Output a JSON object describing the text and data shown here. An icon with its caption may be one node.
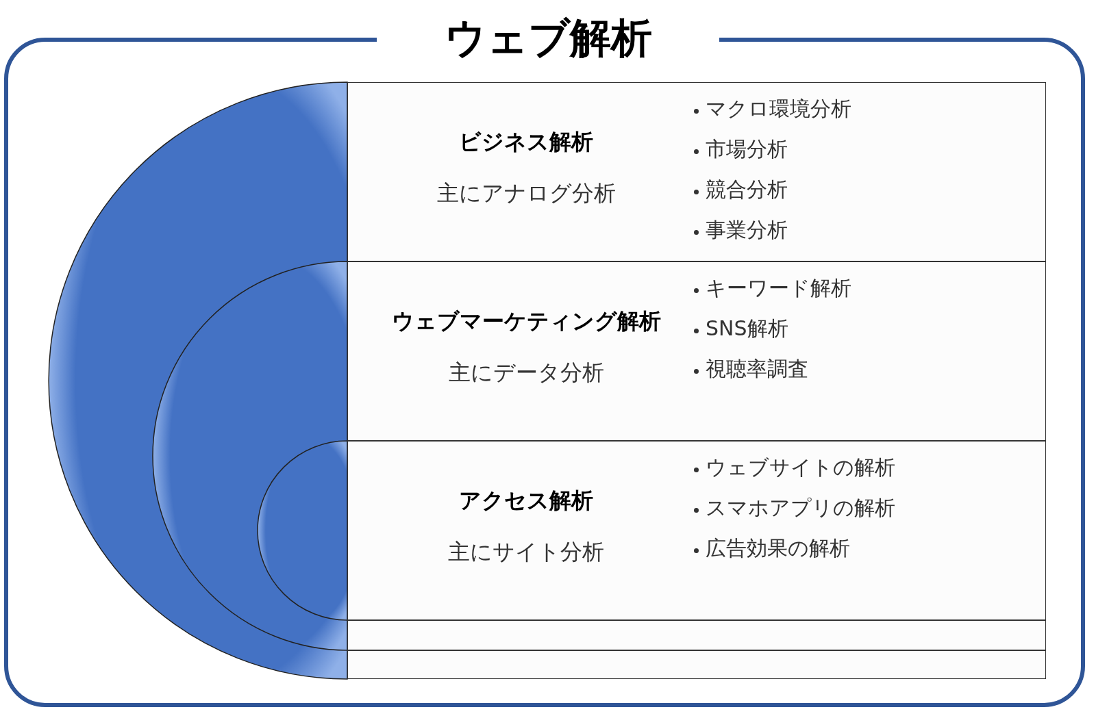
{
  "diagram": {
    "title": "ウェブ解析",
    "nodes": [
      {
        "text": [
          "ビジネス解析",
          "主にアナログ分析",
          "マクロ環境分析",
          "市場分析",
          "競合分析",
          "事業分析"
        ]
      },
      {
        "text": [
          "ウェブマーケティング解析",
          "主にデータ分析",
          "キーワード解析",
          "SNS解析",
          "視聴率調査"
        ]
      },
      {
        "text": [
          "アクセス解析",
          "主にサイト分析",
          "ウェブサイトの解析",
          "スマホアプリの解析",
          "広告効果の解析"
        ]
      },
      {
        "text": [],
        "shape": "box"
      },
      {
        "text": [],
        "shape": "box"
      }
    ]
  }
}
